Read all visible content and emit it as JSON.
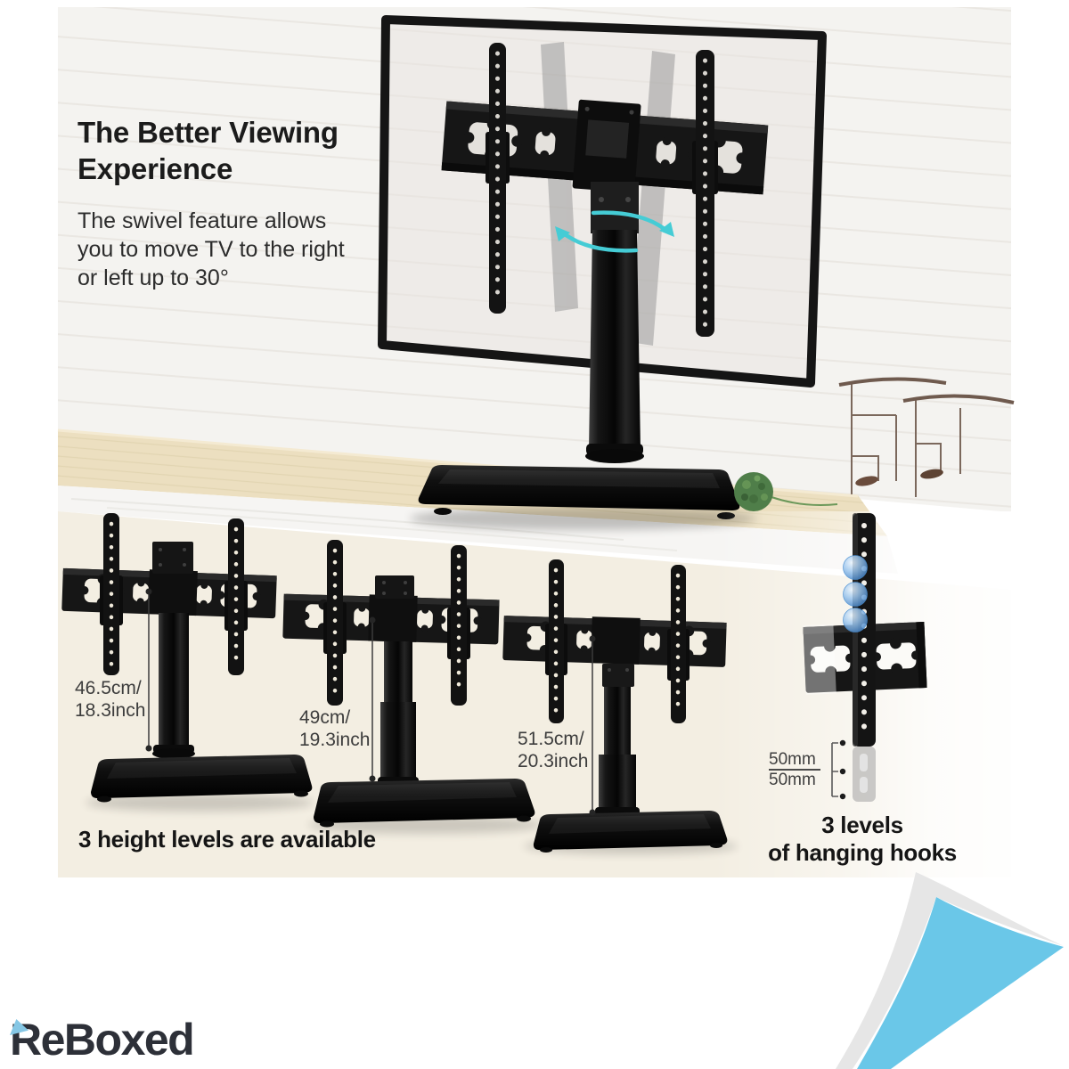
{
  "intro": {
    "title_line1": "The Better Viewing",
    "title_line2": "Experience",
    "body_line1": "The swivel feature allows",
    "body_line2": "you to move TV to the right",
    "body_line3": "or left up to 30°"
  },
  "heights": {
    "caption": "3 height levels are available",
    "stands": [
      {
        "size_metric": "46.5cm/",
        "size_imperial": "18.3inch"
      },
      {
        "size_metric": "49cm/",
        "size_imperial": "19.3inch"
      },
      {
        "size_metric": "51.5cm/",
        "size_imperial": "20.3inch"
      }
    ]
  },
  "hooks": {
    "caption_line1": "3 levels",
    "caption_line2": "of hanging hooks",
    "gap_top": "50mm",
    "gap_bottom": "50mm"
  },
  "branding": {
    "logo_text": "ReBoxed"
  },
  "colors": {
    "accent-cyan": "#45ccd5",
    "hook-blue": "#4a8fd3",
    "curl-blue": "#6ac7e8",
    "panel-cream": "#f3eee2",
    "wood": "#ecdfc0",
    "metal-black": "#161616"
  }
}
